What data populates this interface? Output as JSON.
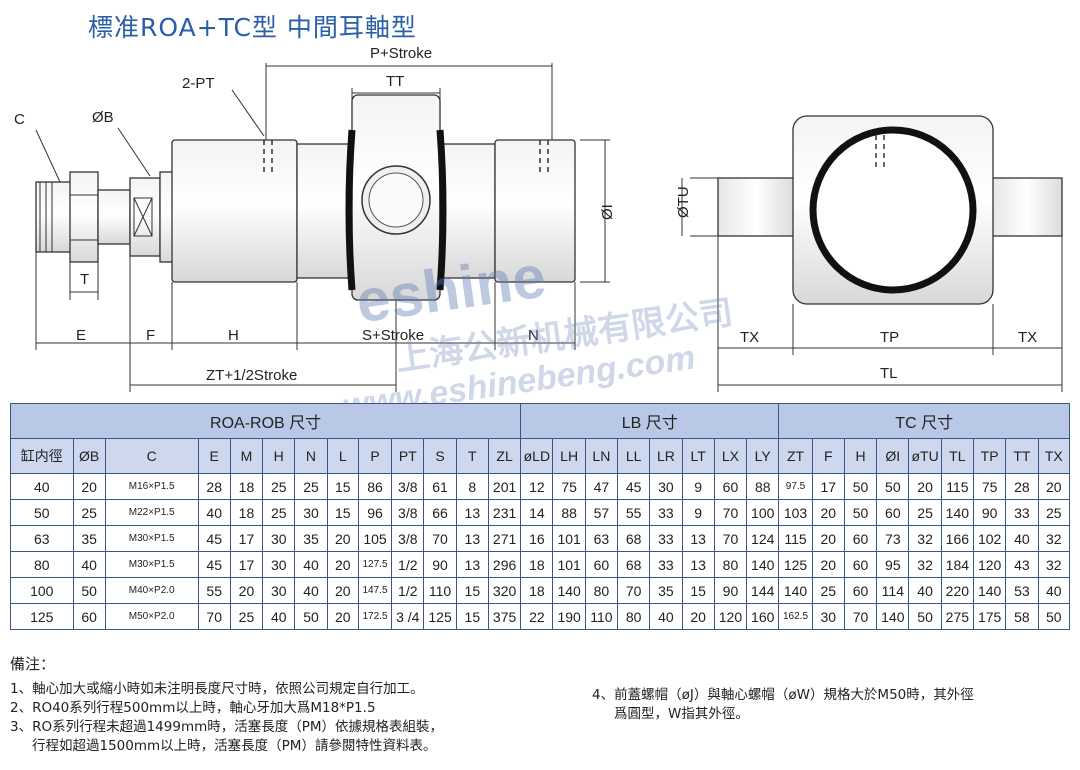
{
  "title": "標准ROA+TC型 中間耳軸型",
  "drawing_labels": {
    "p_stroke": "P+Stroke",
    "tt": "TT",
    "pt": "2-PT",
    "c": "C",
    "ob": "ØB",
    "oi": "ØI",
    "t": "T",
    "e": "E",
    "f": "F",
    "h": "H",
    "s_stroke": "S+Stroke",
    "n": "N",
    "zt_stroke": "ZT+1/2Stroke",
    "otu": "ØTU",
    "tx_left": "TX",
    "tp": "TP",
    "tx_right": "TX",
    "tl": "TL"
  },
  "watermark": {
    "brand": "eshine",
    "company": "上海公新机械有限公司",
    "url": "www.eshinebeng.com"
  },
  "table": {
    "groups": [
      "ROA-ROB 尺寸",
      "LB 尺寸",
      "TC 尺寸"
    ],
    "headers": [
      "缸内徑",
      "ØB",
      "C",
      "E",
      "M",
      "H",
      "N",
      "L",
      "P",
      "PT",
      "S",
      "T",
      "ZL",
      "øLD",
      "LH",
      "LN",
      "LL",
      "LR",
      "LT",
      "LX",
      "LY",
      "ZT",
      "F",
      "H",
      "ØI",
      "øTU",
      "TL",
      "TP",
      "TT",
      "TX"
    ],
    "rows": [
      [
        "40",
        "20",
        "M16×P1.5",
        "28",
        "18",
        "25",
        "25",
        "15",
        "86",
        "3/8",
        "61",
        "8",
        "201",
        "12",
        "75",
        "47",
        "45",
        "30",
        "9",
        "60",
        "88",
        "97.5",
        "17",
        "50",
        "50",
        "20",
        "115",
        "75",
        "28",
        "20"
      ],
      [
        "50",
        "25",
        "M22×P1.5",
        "40",
        "18",
        "25",
        "30",
        "15",
        "96",
        "3/8",
        "66",
        "13",
        "231",
        "14",
        "88",
        "57",
        "55",
        "33",
        "9",
        "70",
        "100",
        "103",
        "20",
        "50",
        "60",
        "25",
        "140",
        "90",
        "33",
        "25"
      ],
      [
        "63",
        "35",
        "M30×P1.5",
        "45",
        "17",
        "30",
        "35",
        "20",
        "105",
        "3/8",
        "70",
        "13",
        "271",
        "16",
        "101",
        "63",
        "68",
        "33",
        "13",
        "70",
        "124",
        "115",
        "20",
        "60",
        "73",
        "32",
        "166",
        "102",
        "40",
        "32"
      ],
      [
        "80",
        "40",
        "M30×P1.5",
        "45",
        "17",
        "30",
        "40",
        "20",
        "127.5",
        "1/2",
        "90",
        "13",
        "296",
        "18",
        "101",
        "60",
        "68",
        "33",
        "13",
        "80",
        "140",
        "125",
        "20",
        "60",
        "95",
        "32",
        "184",
        "120",
        "43",
        "32"
      ],
      [
        "100",
        "50",
        "M40×P2.0",
        "55",
        "20",
        "30",
        "40",
        "20",
        "147.5",
        "1/2",
        "110",
        "15",
        "320",
        "18",
        "140",
        "80",
        "70",
        "35",
        "15",
        "90",
        "144",
        "140",
        "25",
        "60",
        "114",
        "40",
        "220",
        "140",
        "53",
        "40"
      ],
      [
        "125",
        "60",
        "M50×P2.0",
        "70",
        "25",
        "40",
        "50",
        "20",
        "172.5",
        "3 /4",
        "125",
        "15",
        "375",
        "22",
        "190",
        "110",
        "80",
        "40",
        "20",
        "120",
        "160",
        "162.5",
        "30",
        "70",
        "140",
        "50",
        "275",
        "175",
        "58",
        "50"
      ]
    ]
  },
  "notes": {
    "heading": "備注：",
    "items": [
      "1、軸心加大或縮小時如未注明長度尺寸時，依照公司規定自行加工。",
      "2、RO40系列行程500mm以上時，軸心牙加大爲M18*P1.5",
      "3、RO系列行程未超過1499mm時，活塞長度（PM）依據規格表組裝，",
      "行程如超過1500mm以上時，活塞長度（PM）請參閱特性資料表。"
    ],
    "item4_line1": "4、前蓋螺帽（øJ）與軸心螺帽（øW）規格大於M50時，其外徑",
    "item4_line2": "爲圓型，W指其外徑。"
  }
}
